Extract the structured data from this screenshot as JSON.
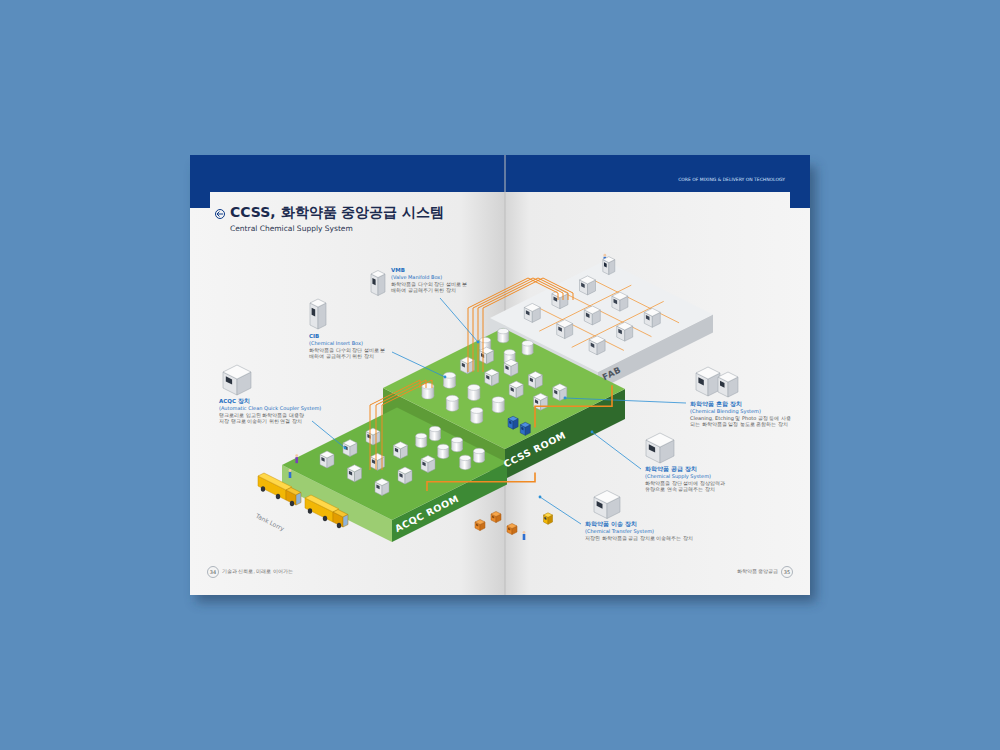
{
  "diagram": {
    "title": "CCSS, 화학약품 중앙공급 시스템",
    "nodes": [
      {
        "text": [
          "FAB"
        ]
      },
      {
        "text": [
          "CCSS ROOM"
        ]
      },
      {
        "text": [
          "ACQC ROOM"
        ]
      }
    ],
    "edges": [
      {
        "from": 2,
        "to": 1,
        "arrow": "none"
      },
      {
        "from": 1,
        "to": 0,
        "arrow": "none"
      }
    ],
    "labels": [
      "CORE OF MIXING & DELIVERY ON TECHNOLOGY",
      "Central Chemical Supply System",
      "VMB",
      "(Valve Manifold Box)",
      "화학약품을 다수의 장단 설비로 분배하여 공급해주기 위한 장치",
      "CIB",
      "(Chemical Insert Box)",
      "화학약품을 다수의 장단 설비로 분배하여 공급해주기 위한 장치",
      "ACQC 장치",
      "(Automatic Clean Quick Coupler System)",
      "탱크로리로 입고된 화학약품을 대용량 저장 탱크로 이송하기 위한 연결 장치",
      "화학약품 혼합 장치",
      "(Chemical Blending System)",
      "Cleaning, Etching 및 Photo 공정 등에 사용되는 화학약품을 일정 농도로 혼합하는 장치",
      "화학약품 공급 장치",
      "(Chemical Supply System)",
      "화학약품을 장단 설비에 정상압력과 유량으로 연속 공급해주는 장치",
      "화학약품 이송 장치",
      "(Chemical Transfer System)",
      "저장된 화학약품을 공급 장치로 이송해주는 장치",
      "Tank Lorry",
      "34",
      "기술과 신뢰로, 미래로 이어가는",
      "35",
      "화학약품 중앙공급"
    ]
  }
}
